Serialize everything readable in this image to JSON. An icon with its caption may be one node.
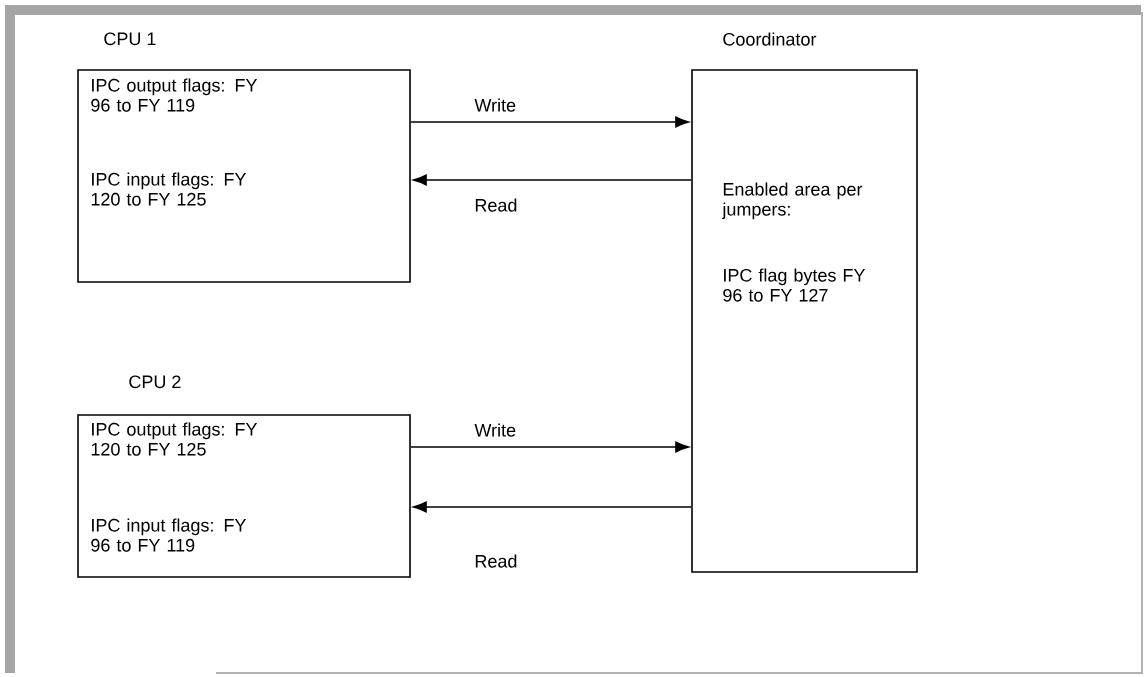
{
  "diagram": {
    "nodes": [
      {
        "text": [
          "CPU 1",
          "IPC output flags: FY 96 to FY 119",
          "IPC input flags: FY 120 to FY 125"
        ]
      },
      {
        "text": [
          "Coordinator",
          "Enabled area per jumpers:",
          "IPC flag bytes FY 96 to FY 127"
        ]
      },
      {
        "text": [
          "CPU 2",
          "IPC output flags: FY 120 to FY 125",
          "IPC input flags: FY 96 to FY 119"
        ]
      }
    ],
    "edges": [
      {
        "from": 0,
        "to": 1,
        "arrow": "to",
        "label": "Write"
      },
      {
        "from": 1,
        "to": 0,
        "arrow": "to",
        "label": "Read"
      },
      {
        "from": 2,
        "to": 1,
        "arrow": "to",
        "label": "Write"
      },
      {
        "from": 1,
        "to": 2,
        "arrow": "to",
        "label": "Read"
      }
    ]
  }
}
